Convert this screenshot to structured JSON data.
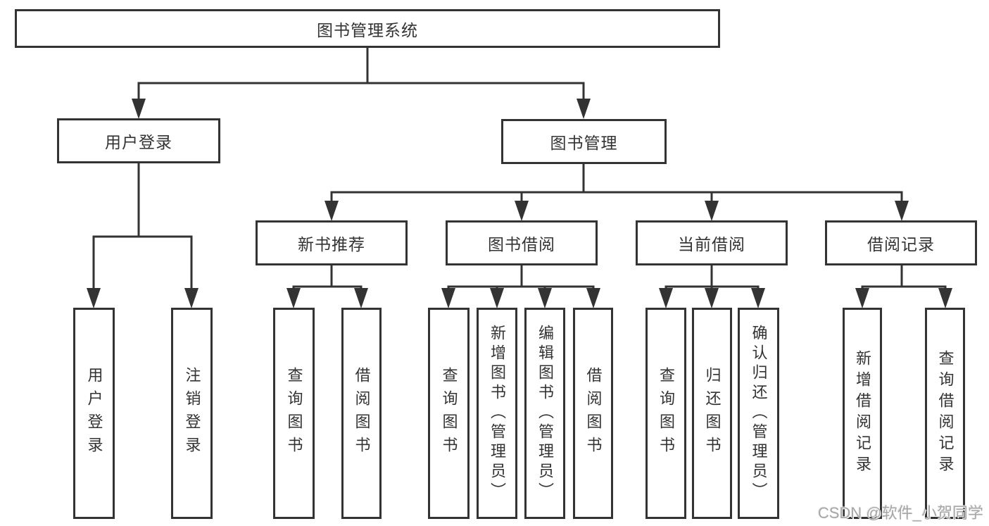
{
  "tree": {
    "root": {
      "label": "图书管理系统",
      "children": [
        {
          "label": "用户登录",
          "children": [
            {
              "label": "用户登录"
            },
            {
              "label": "注销登录"
            }
          ]
        },
        {
          "label": "图书管理",
          "children": [
            {
              "label": "新书推荐",
              "children": [
                {
                  "label": "查询图书"
                },
                {
                  "label": "借阅图书"
                }
              ]
            },
            {
              "label": "图书借阅",
              "children": [
                {
                  "label": "查询图书"
                },
                {
                  "label": "新增图书（管理员）"
                },
                {
                  "label": "编辑图书（管理员）"
                },
                {
                  "label": "借阅图书"
                }
              ]
            },
            {
              "label": "当前借阅",
              "children": [
                {
                  "label": "查询图书"
                },
                {
                  "label": "归还图书"
                },
                {
                  "label": "确认归还（管理员）"
                }
              ]
            },
            {
              "label": "借阅记录",
              "children": [
                {
                  "label": "新增借阅记录"
                },
                {
                  "label": "查询借阅记录"
                }
              ]
            }
          ]
        }
      ]
    }
  },
  "watermark": {
    "text": "CSDN @软件_小贺同学"
  },
  "colors": {
    "line": "#333333",
    "box_border": "#333333",
    "text": "#333333",
    "background": "#ffffff",
    "watermark": "#a6a6a6"
  }
}
